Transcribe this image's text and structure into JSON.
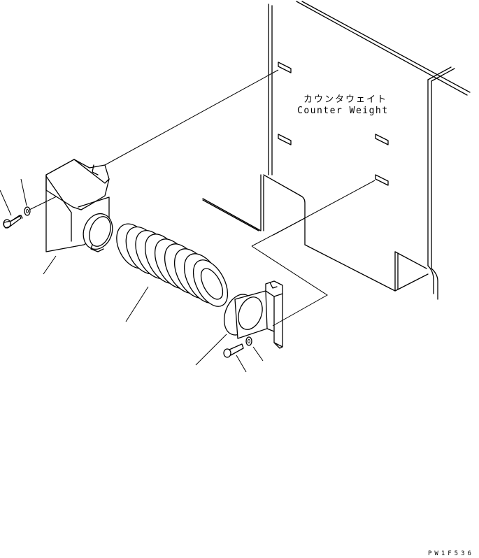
{
  "diagram": {
    "label_jp": "カウンタウェイト",
    "label_en": "Counter Weight",
    "figure_code": "PW1F536"
  },
  "colors": {
    "ink": "#000000",
    "paper": "#ffffff"
  }
}
